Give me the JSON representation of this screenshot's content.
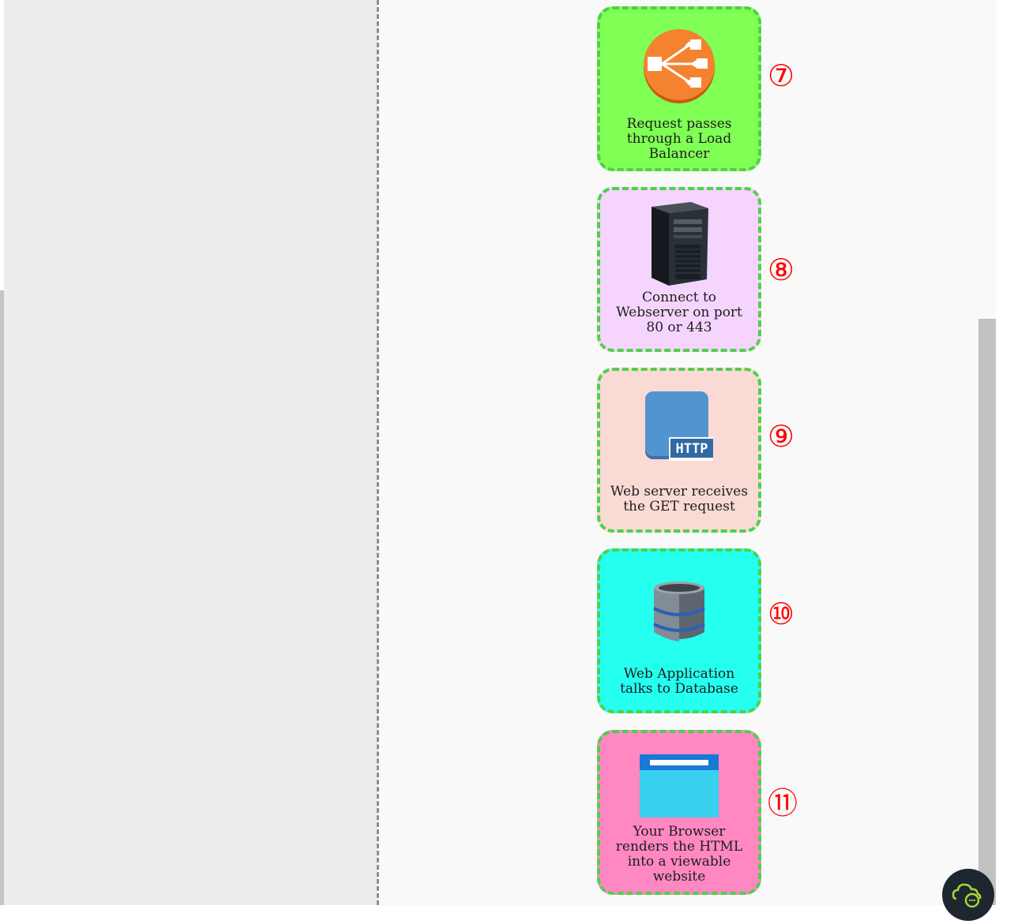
{
  "steps": [
    {
      "id": "load-balancer",
      "number": "⑦",
      "caption": "Request passes through a Load Balancer",
      "bg": "#80ff55",
      "icon": "load-balancer-icon"
    },
    {
      "id": "webserver",
      "number": "⑧",
      "caption": "Connect to Webserver on port 80 or 443",
      "bg": "#f5d5fe",
      "icon": "server-tower-icon"
    },
    {
      "id": "get-request",
      "number": "⑨",
      "caption": "Web server receives the GET request",
      "bg": "#fadad5",
      "icon": "http-icon",
      "icon_label": "HTTP"
    },
    {
      "id": "database",
      "number": "⑩",
      "caption": "Web Application talks to Database",
      "bg": "#25fff0",
      "icon": "database-icon"
    },
    {
      "id": "browser",
      "number": "⑪",
      "caption": "Your Browser renders the HTML into a viewable website",
      "bg": "#ff88c2",
      "icon": "browser-window-icon"
    }
  ],
  "colors": {
    "border": "#4fd04a",
    "number": "#ff0000"
  },
  "chat": {
    "icon": "cloud-chat-icon"
  }
}
